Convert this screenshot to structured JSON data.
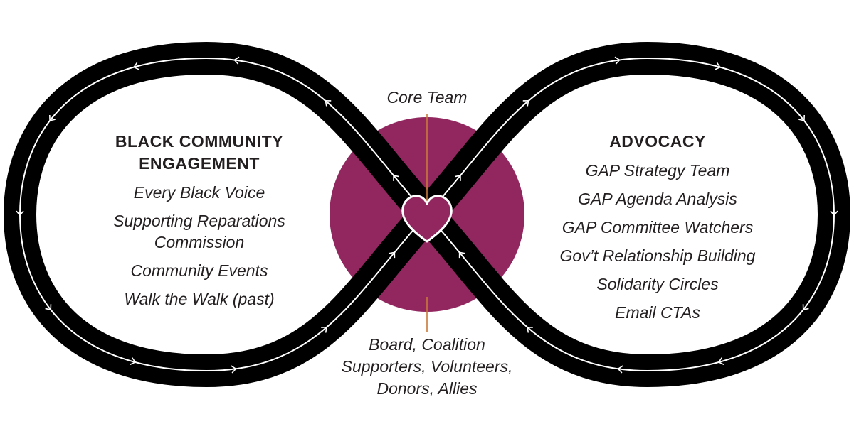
{
  "colors": {
    "loop": "#000000",
    "loop_lane": "#ffffff",
    "center_circle": "#922760",
    "heart": "#922760",
    "heart_outline": "#ffffff",
    "connector": "#c97a3a",
    "text": "#231f20"
  },
  "center": {
    "top_label": "Core Team",
    "bottom_label_lines": [
      "Board, Coalition",
      "Supporters, Volunteers,",
      "Donors, Allies"
    ],
    "heart_icon": "heart-icon"
  },
  "left": {
    "heading_lines": [
      "BLACK COMMUNITY",
      "ENGAGEMENT"
    ],
    "items": [
      "Every Black Voice",
      "Supporting Reparations Commission",
      "Community Events",
      "Walk the Walk (past)"
    ]
  },
  "right": {
    "heading": "ADVOCACY",
    "items": [
      "GAP Strategy Team",
      "GAP Agenda Analysis",
      "GAP Committee Watchers",
      "Gov’t Relationship Building",
      "Solidarity Circles",
      "Email CTAs"
    ]
  }
}
